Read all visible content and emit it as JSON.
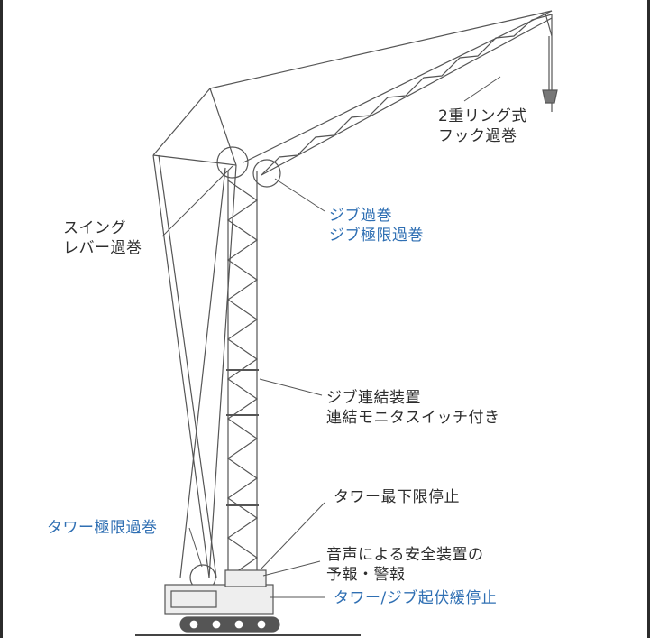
{
  "colors": {
    "text": "#2d2d2d",
    "highlight_text": "#2f6fb3",
    "line": "#555555",
    "background": "#ffffff"
  },
  "labels": {
    "hook_overwind": [
      "2重リング式",
      "フック過巻"
    ],
    "swing_lever_overwind": [
      "スイング",
      "レバー過巻"
    ],
    "jib_overwind": [
      "ジブ過巻",
      "ジブ極限過巻"
    ],
    "jib_coupling": [
      "ジブ連結装置",
      "連結モニタスイッチ付き"
    ],
    "tower_lower_limit_stop": "タワー最下限停止",
    "tower_limit_overwind": "タワー極限過巻",
    "voice_safety": [
      "音声による安全装置の",
      "予報・警報"
    ],
    "luffing_slow_stop": "タワー/ジブ起伏緩停止"
  }
}
